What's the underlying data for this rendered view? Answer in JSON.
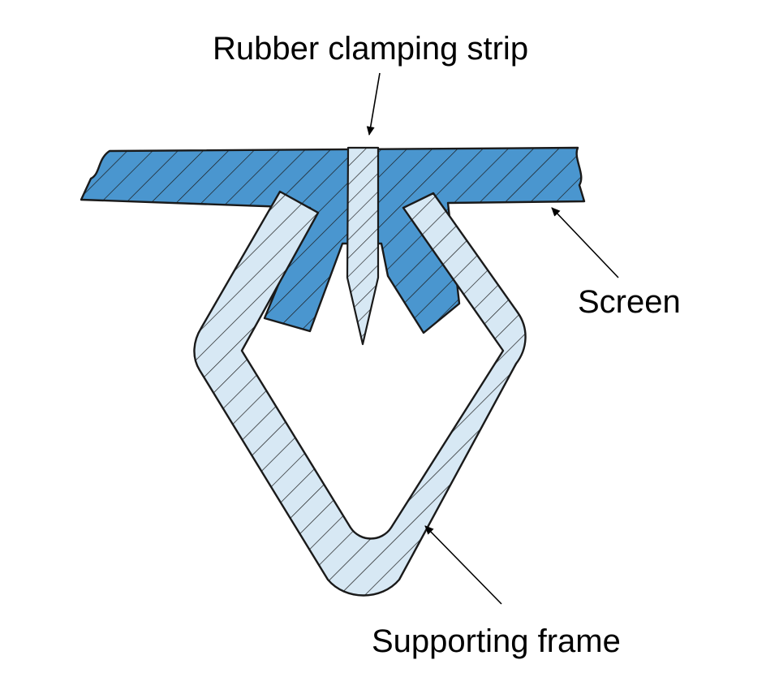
{
  "labels": {
    "rubber_clamping_strip": "Rubber clamping strip",
    "screen": "Screen",
    "supporting_frame": "Supporting frame"
  },
  "colors": {
    "screen_fill": "#4a96cf",
    "frame_fill": "#d7e8f4",
    "strip_fill": "#d7e8f4",
    "outline": "#1a1a1a",
    "hatch": "#1a1a1a",
    "background": "#ffffff"
  }
}
